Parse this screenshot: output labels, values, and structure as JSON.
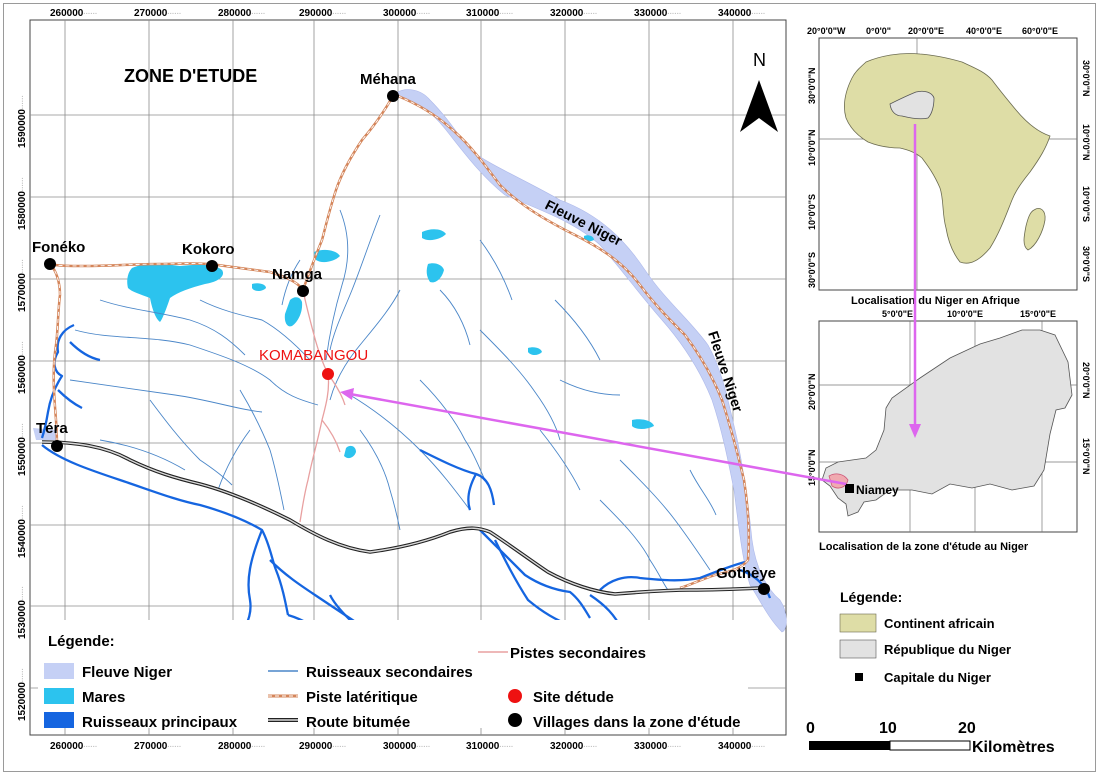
{
  "main_map": {
    "title": "ZONE D'ETUDE",
    "north_label": "N",
    "x_ticks": [
      "260000",
      "270000",
      "280000",
      "290000",
      "300000",
      "310000",
      "320000",
      "330000",
      "340000"
    ],
    "y_ticks": [
      "1590000",
      "1580000",
      "1570000",
      "1560000",
      "1550000",
      "1540000",
      "1530000",
      "1520000"
    ],
    "tick_suffix": "······",
    "river_label_1": "Fleuve Niger",
    "river_label_2": "Fleuve Niger",
    "villages": [
      {
        "name": "Méhana"
      },
      {
        "name": "Fonéko"
      },
      {
        "name": "Kokoro"
      },
      {
        "name": "Namga"
      },
      {
        "name": "Téra"
      },
      {
        "name": "Gothèye"
      }
    ],
    "study_site": "KOMABANGOU",
    "legend": {
      "title": "Légende:",
      "items": [
        "Fleuve Niger",
        "Mares",
        "Ruisseaux principaux",
        "Ruisseaux secondaires",
        "Piste latéritique",
        "Route bitumée",
        "Pistes secondaires",
        "Site détude",
        "Villages dans la zone d'étude"
      ]
    }
  },
  "africa_inset": {
    "top_ticks": [
      "20°0'0\"W",
      "0°0'0\"",
      "20°0'0\"E",
      "40°0'0\"E",
      "60°0'0\"E"
    ],
    "lat_ticks": [
      "30°0'0\"N",
      "10°0'0\"N",
      "10°0'0\"S",
      "30°0'0\"S"
    ],
    "caption": "Localisation du Niger en Afrique"
  },
  "niger_inset": {
    "top_ticks": [
      "5°0'0\"E",
      "10°0'0\"E",
      "15°0'0\"E"
    ],
    "lat_ticks": [
      "20°0'0\"N",
      "15°0'0\"N"
    ],
    "capital": "Niamey",
    "caption": "Localisation de la zone d'étude au Niger"
  },
  "inset_legend": {
    "title": "Légende:",
    "items": [
      "Continent africain",
      "République du Niger",
      "Capitale du Niger"
    ]
  },
  "scale_bar": {
    "labels": [
      "0",
      "10",
      "20"
    ],
    "unit": "Kilomètres"
  },
  "colors": {
    "river": "#c5d0f5",
    "mares": "#2cc3ee",
    "main_streams": "#1565e0",
    "secondary_streams": "#4a86c8",
    "laterite_track": "#d4855a",
    "secondary_tracks": "#e8a0a0",
    "site": "#ee1111",
    "continent": "#dedda6",
    "niger": "#e2e2e2",
    "arrow": "#dd66ee"
  }
}
